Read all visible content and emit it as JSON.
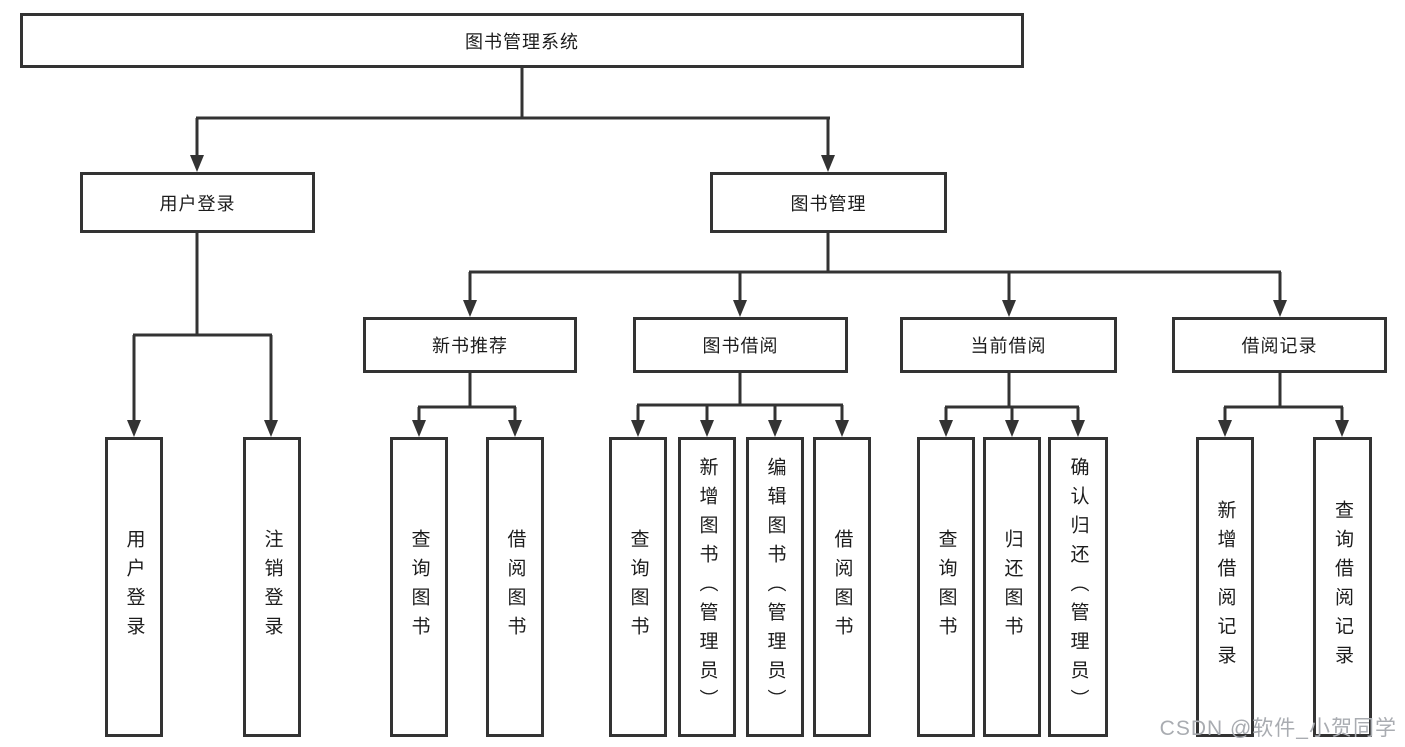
{
  "diagram": {
    "title_note": "library management system functional structure",
    "root": {
      "label": "图书管理系统"
    },
    "level2": {
      "user_login": {
        "label": "用户登录"
      },
      "book_mgmt": {
        "label": "图书管理"
      }
    },
    "level3": {
      "new_books": {
        "label": "新书推荐"
      },
      "book_borrow": {
        "label": "图书借阅"
      },
      "current_borrow": {
        "label": "当前借阅"
      },
      "borrow_records": {
        "label": "借阅记录"
      }
    },
    "leaves": {
      "user_login": [
        "用户登录",
        "注销登录"
      ],
      "new_books": [
        "查询图书",
        "借阅图书"
      ],
      "book_borrow": [
        "查询图书",
        "新增图书（管理员）",
        "编辑图书（管理员）",
        "借阅图书"
      ],
      "current_borrow": [
        "查询图书",
        "归还图书",
        "确认归还（管理员）"
      ],
      "borrow_records": [
        "新增借阅记录",
        "查询借阅记录"
      ]
    }
  },
  "watermark": "CSDN @软件_小贺同学",
  "colors": {
    "line": "#333333",
    "box_border": "#333333",
    "text": "#1c1c1c",
    "watermark": "#a9acb1",
    "background": "#ffffff"
  }
}
